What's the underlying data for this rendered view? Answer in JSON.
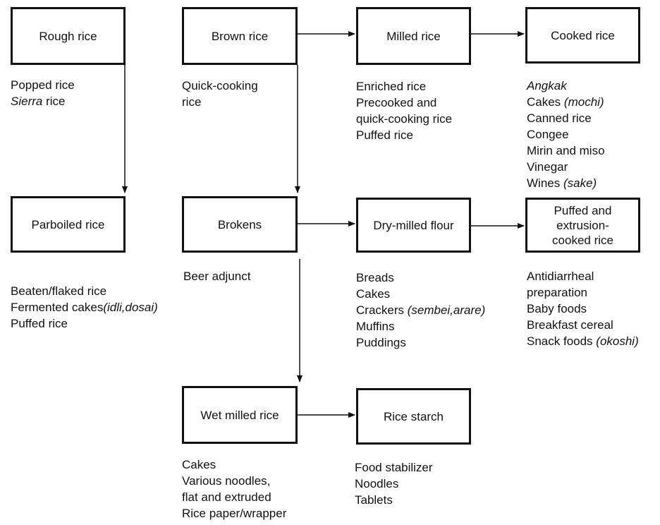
{
  "boxes": {
    "rough_rice": "Rough rice",
    "brown_rice": "Brown rice",
    "milled_rice": "Milled rice",
    "cooked_rice": "Cooked rice",
    "parboiled_rice": "Parboiled rice",
    "brokens": "Brokens",
    "dry_milled_flour": "Dry-milled flour",
    "puffed_extrusion": "Puffed and\nextrusion-\ncooked rice",
    "wet_milled_rice": "Wet milled rice",
    "rice_starch": "Rice starch"
  },
  "lists": {
    "rough_rice": [
      {
        "t": "Popped rice"
      },
      {
        "t": "Sierra rice",
        "i": "Sierra"
      }
    ],
    "brown_rice": [
      {
        "t": "Quick-cooking"
      },
      {
        "t": "rice"
      }
    ],
    "milled_rice": [
      {
        "t": "Enriched rice"
      },
      {
        "t": "Precooked and"
      },
      {
        "t": "quick-cooking rice"
      },
      {
        "t": "Puffed rice"
      }
    ],
    "cooked_rice": [
      {
        "t": "Angkak",
        "i": "Angkak"
      },
      {
        "t": "Cakes ",
        "i": "(mochi)"
      },
      {
        "t": "Canned rice"
      },
      {
        "t": "Congee"
      },
      {
        "t": "Mirin and miso"
      },
      {
        "t": "Vinegar"
      },
      {
        "t": "Wines ",
        "i": "(sake)"
      }
    ],
    "parboiled_rice": [
      {
        "t": "Beaten/flaked rice"
      },
      {
        "t": "Fermented cakes",
        "i": "(idli,dosai)"
      },
      {
        "t": "Puffed rice"
      }
    ],
    "brokens": [
      {
        "t": "Beer adjunct"
      }
    ],
    "dry_milled_flour": [
      {
        "t": "Breads"
      },
      {
        "t": "Cakes"
      },
      {
        "t": "Crackers ",
        "i": "(sembei,arare)"
      },
      {
        "t": "Muffins"
      },
      {
        "t": "Puddings"
      }
    ],
    "puffed_extrusion": [
      {
        "t": "Antidiarrheal"
      },
      {
        "t": "preparation"
      },
      {
        "t": "Baby foods"
      },
      {
        "t": "Breakfast cereal"
      },
      {
        "t": "Snack foods ",
        "i": "(okoshi)"
      }
    ],
    "wet_milled_rice": [
      {
        "t": "Cakes"
      },
      {
        "t": "Various noodles,"
      },
      {
        "t": "flat and extruded"
      },
      {
        "t": "Rice paper/wrapper"
      }
    ],
    "rice_starch": [
      {
        "t": "Food stabilizer"
      },
      {
        "t": "Noodles"
      },
      {
        "t": "Tablets"
      }
    ]
  }
}
